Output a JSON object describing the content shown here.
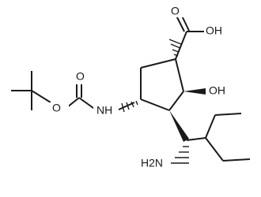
{
  "molecule": {
    "atom_labels": {
      "carboxylic_acid": "OH",
      "carbonyl_oxygen_acid": "O",
      "hydroxyl": "OH",
      "boc_carbonyl_oxygen": "O",
      "boc_ester_oxygen": "O",
      "carbamate_nitrogen": "NH",
      "amine": "H2N"
    }
  }
}
